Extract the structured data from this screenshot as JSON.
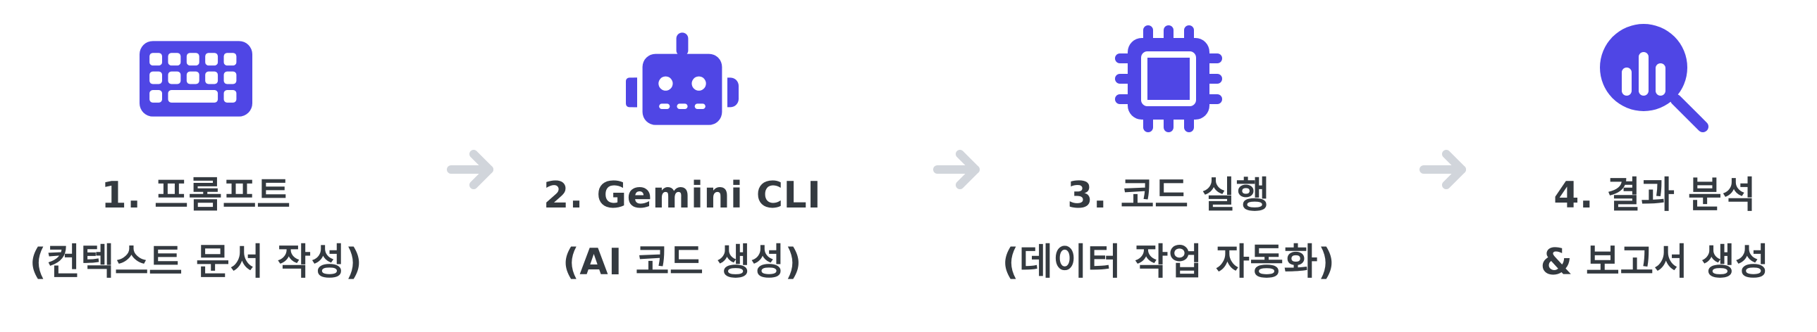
{
  "colors": {
    "icon": "#4f46e5",
    "text": "#343a40",
    "arrow": "#d1d5db",
    "background": "#ffffff"
  },
  "steps": [
    {
      "number": "1",
      "title": "1. 프롬프트",
      "subtitle": "(컨텍스트 문서 작성)",
      "icon": "keyboard-icon"
    },
    {
      "number": "2",
      "title": "2. Gemini CLI",
      "subtitle": "(AI 코드 생성)",
      "icon": "robot-icon"
    },
    {
      "number": "3",
      "title": "3. 코드 실행",
      "subtitle": "(데이터 작업 자동화)",
      "icon": "cpu-chip-icon"
    },
    {
      "number": "4",
      "title": "4. 결과 분석",
      "subtitle": "& 보고서 생성",
      "icon": "chart-search-icon"
    }
  ],
  "connectors": [
    {
      "icon": "arrow-right-icon"
    },
    {
      "icon": "arrow-right-icon"
    },
    {
      "icon": "arrow-right-icon"
    }
  ]
}
